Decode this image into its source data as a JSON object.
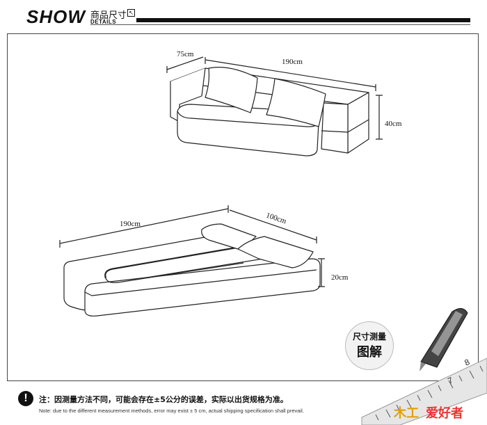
{
  "header": {
    "show": "SHOW",
    "cn_title": "商品尺寸",
    "details": "DETAILS",
    "arrow": "↖"
  },
  "sofa": {
    "depth": "75cm",
    "width": "190cm",
    "height": "40cm"
  },
  "bed": {
    "length": "190cm",
    "width": "100cm",
    "height": "20cm"
  },
  "badge": {
    "line1": "尺寸测量",
    "line2": "图解"
  },
  "note": {
    "icon": "!",
    "cn": "注：因测量方法不同，可能会存在±5公分的误差，实际以出货规格为准。",
    "en": "Note: due to the different measurement methods, error may exist ± 5 cm, actual shipping specification shall prevail."
  },
  "logo": {
    "part1": "木工",
    "part2": "爱好者"
  },
  "ruler": {
    "marks": [
      "7",
      "8"
    ]
  }
}
